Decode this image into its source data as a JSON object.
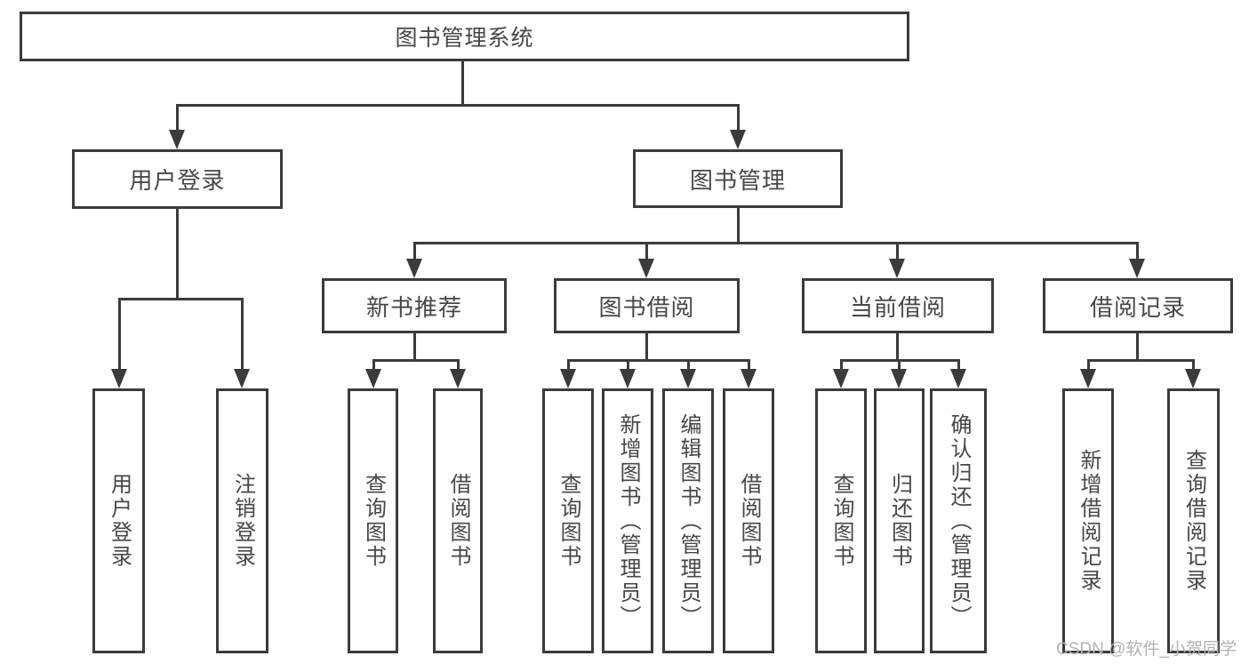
{
  "diagram_title": "图书管理系统",
  "nodes": {
    "root": "图书管理系统",
    "user_login": "用户登录",
    "book_management": "图书管理",
    "new_book_recommend": "新书推荐",
    "book_borrow": "图书借阅",
    "current_borrow": "当前借阅",
    "borrow_records": "借阅记录",
    "leaf_user_login": "用户登录",
    "leaf_logout": "注销登录",
    "leaf_query_books_a": "查询图书",
    "leaf_borrow_books_a": "借阅图书",
    "leaf_query_books_b": "查询图书",
    "leaf_add_books_admin": "新增图书（管理员）",
    "leaf_edit_books_admin": "编辑图书（管理员）",
    "leaf_borrow_books_b": "借阅图书",
    "leaf_query_books_c": "查询图书",
    "leaf_return_books": "归还图书",
    "leaf_confirm_return_admin": "确认归还（管理员）",
    "leaf_add_borrow_record": "新增借阅记录",
    "leaf_query_borrow_record": "查询借阅记录"
  },
  "watermark": "CSDN @软件_小贺同学",
  "colors": {
    "line": "#3b3b3b",
    "text": "#474747",
    "watermark": "#b3b3b3",
    "background": "#ffffff"
  }
}
